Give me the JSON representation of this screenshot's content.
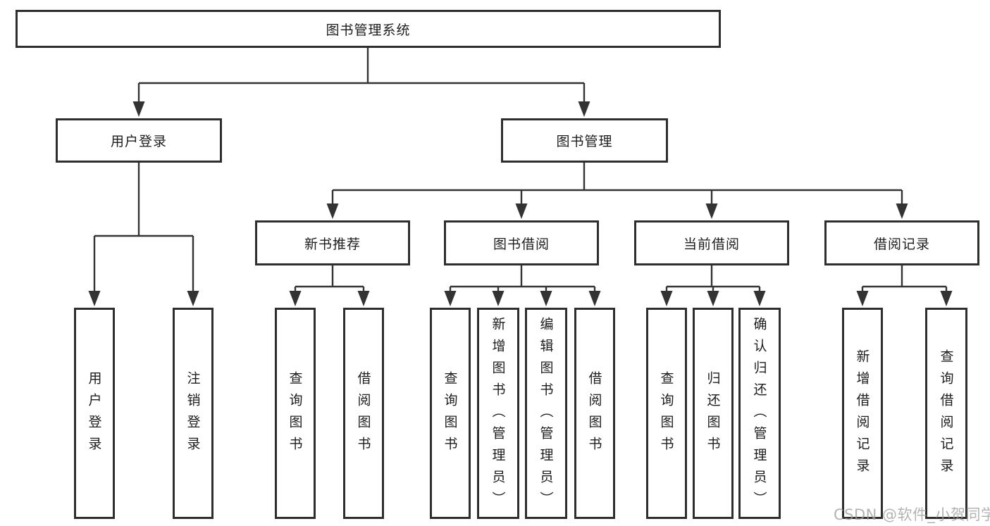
{
  "diagram": {
    "root": "图书管理系统",
    "level2": {
      "user_login": "用户登录",
      "book_management": "图书管理"
    },
    "level3": {
      "new_book_recommend": "新书推荐",
      "book_borrow": "图书借阅",
      "current_borrow": "当前借阅",
      "borrow_record": "借阅记录"
    },
    "leaves": {
      "login": "用户登录",
      "logout": "注销登录",
      "nb_query": "查询图书",
      "nb_borrow": "借阅图书",
      "bb_query": "查询图书",
      "bb_add": "新增图书（管理员）",
      "bb_edit": "编辑图书（管理员）",
      "bb_borrow": "借阅图书",
      "cb_query": "查询图书",
      "cb_return": "归还图书",
      "cb_confirm": "确认归还（管理员）",
      "br_add": "新增借阅记录",
      "br_query": "查询借阅记录"
    }
  },
  "watermark": {
    "text": "CSDN @软件_小贺同学"
  },
  "colors": {
    "line": "#333333",
    "border": "#2e2e2e",
    "text": "#1c1c1c",
    "watermark_gray": "#9e9e9e",
    "background": "#ffffff"
  }
}
